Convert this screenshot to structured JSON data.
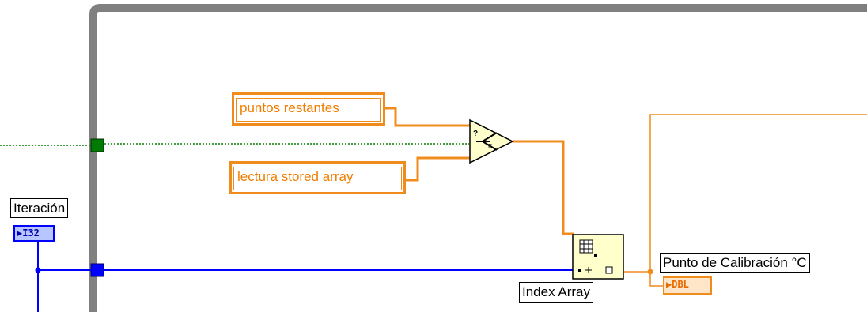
{
  "constants": {
    "puntos_restantes": "puntos restantes",
    "lectura_stored_array": "lectura stored array"
  },
  "controls": {
    "iteracion_label": "Iteración",
    "iteracion_type": "I32"
  },
  "nodes": {
    "index_array_label": "Index Array"
  },
  "indicators": {
    "punto_label": "Punto de Calibración °C",
    "punto_type": "DBL"
  },
  "colors": {
    "structure_frame": "#808080",
    "wire_orange": "#f08c1e",
    "wire_blue": "#0000ff",
    "wire_green": "#008000",
    "node_fill": "#ffffcc"
  }
}
